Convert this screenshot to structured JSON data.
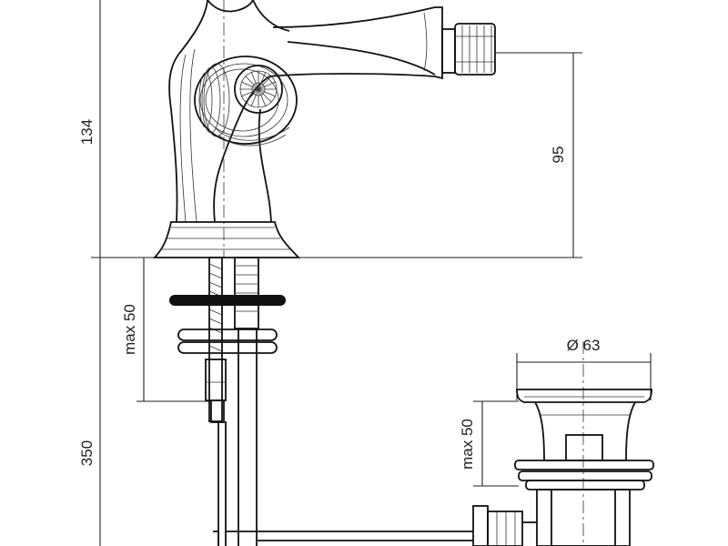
{
  "dimensions": {
    "spout_height_total": "134",
    "spout_height_outlet": "95",
    "max_thickness_counter": "max 50",
    "overall_length": "350",
    "waste_diameter": "Ø 63",
    "max_thickness_basin": "max 50"
  },
  "colors": {
    "line": "#222222",
    "background": "#ffffff"
  }
}
